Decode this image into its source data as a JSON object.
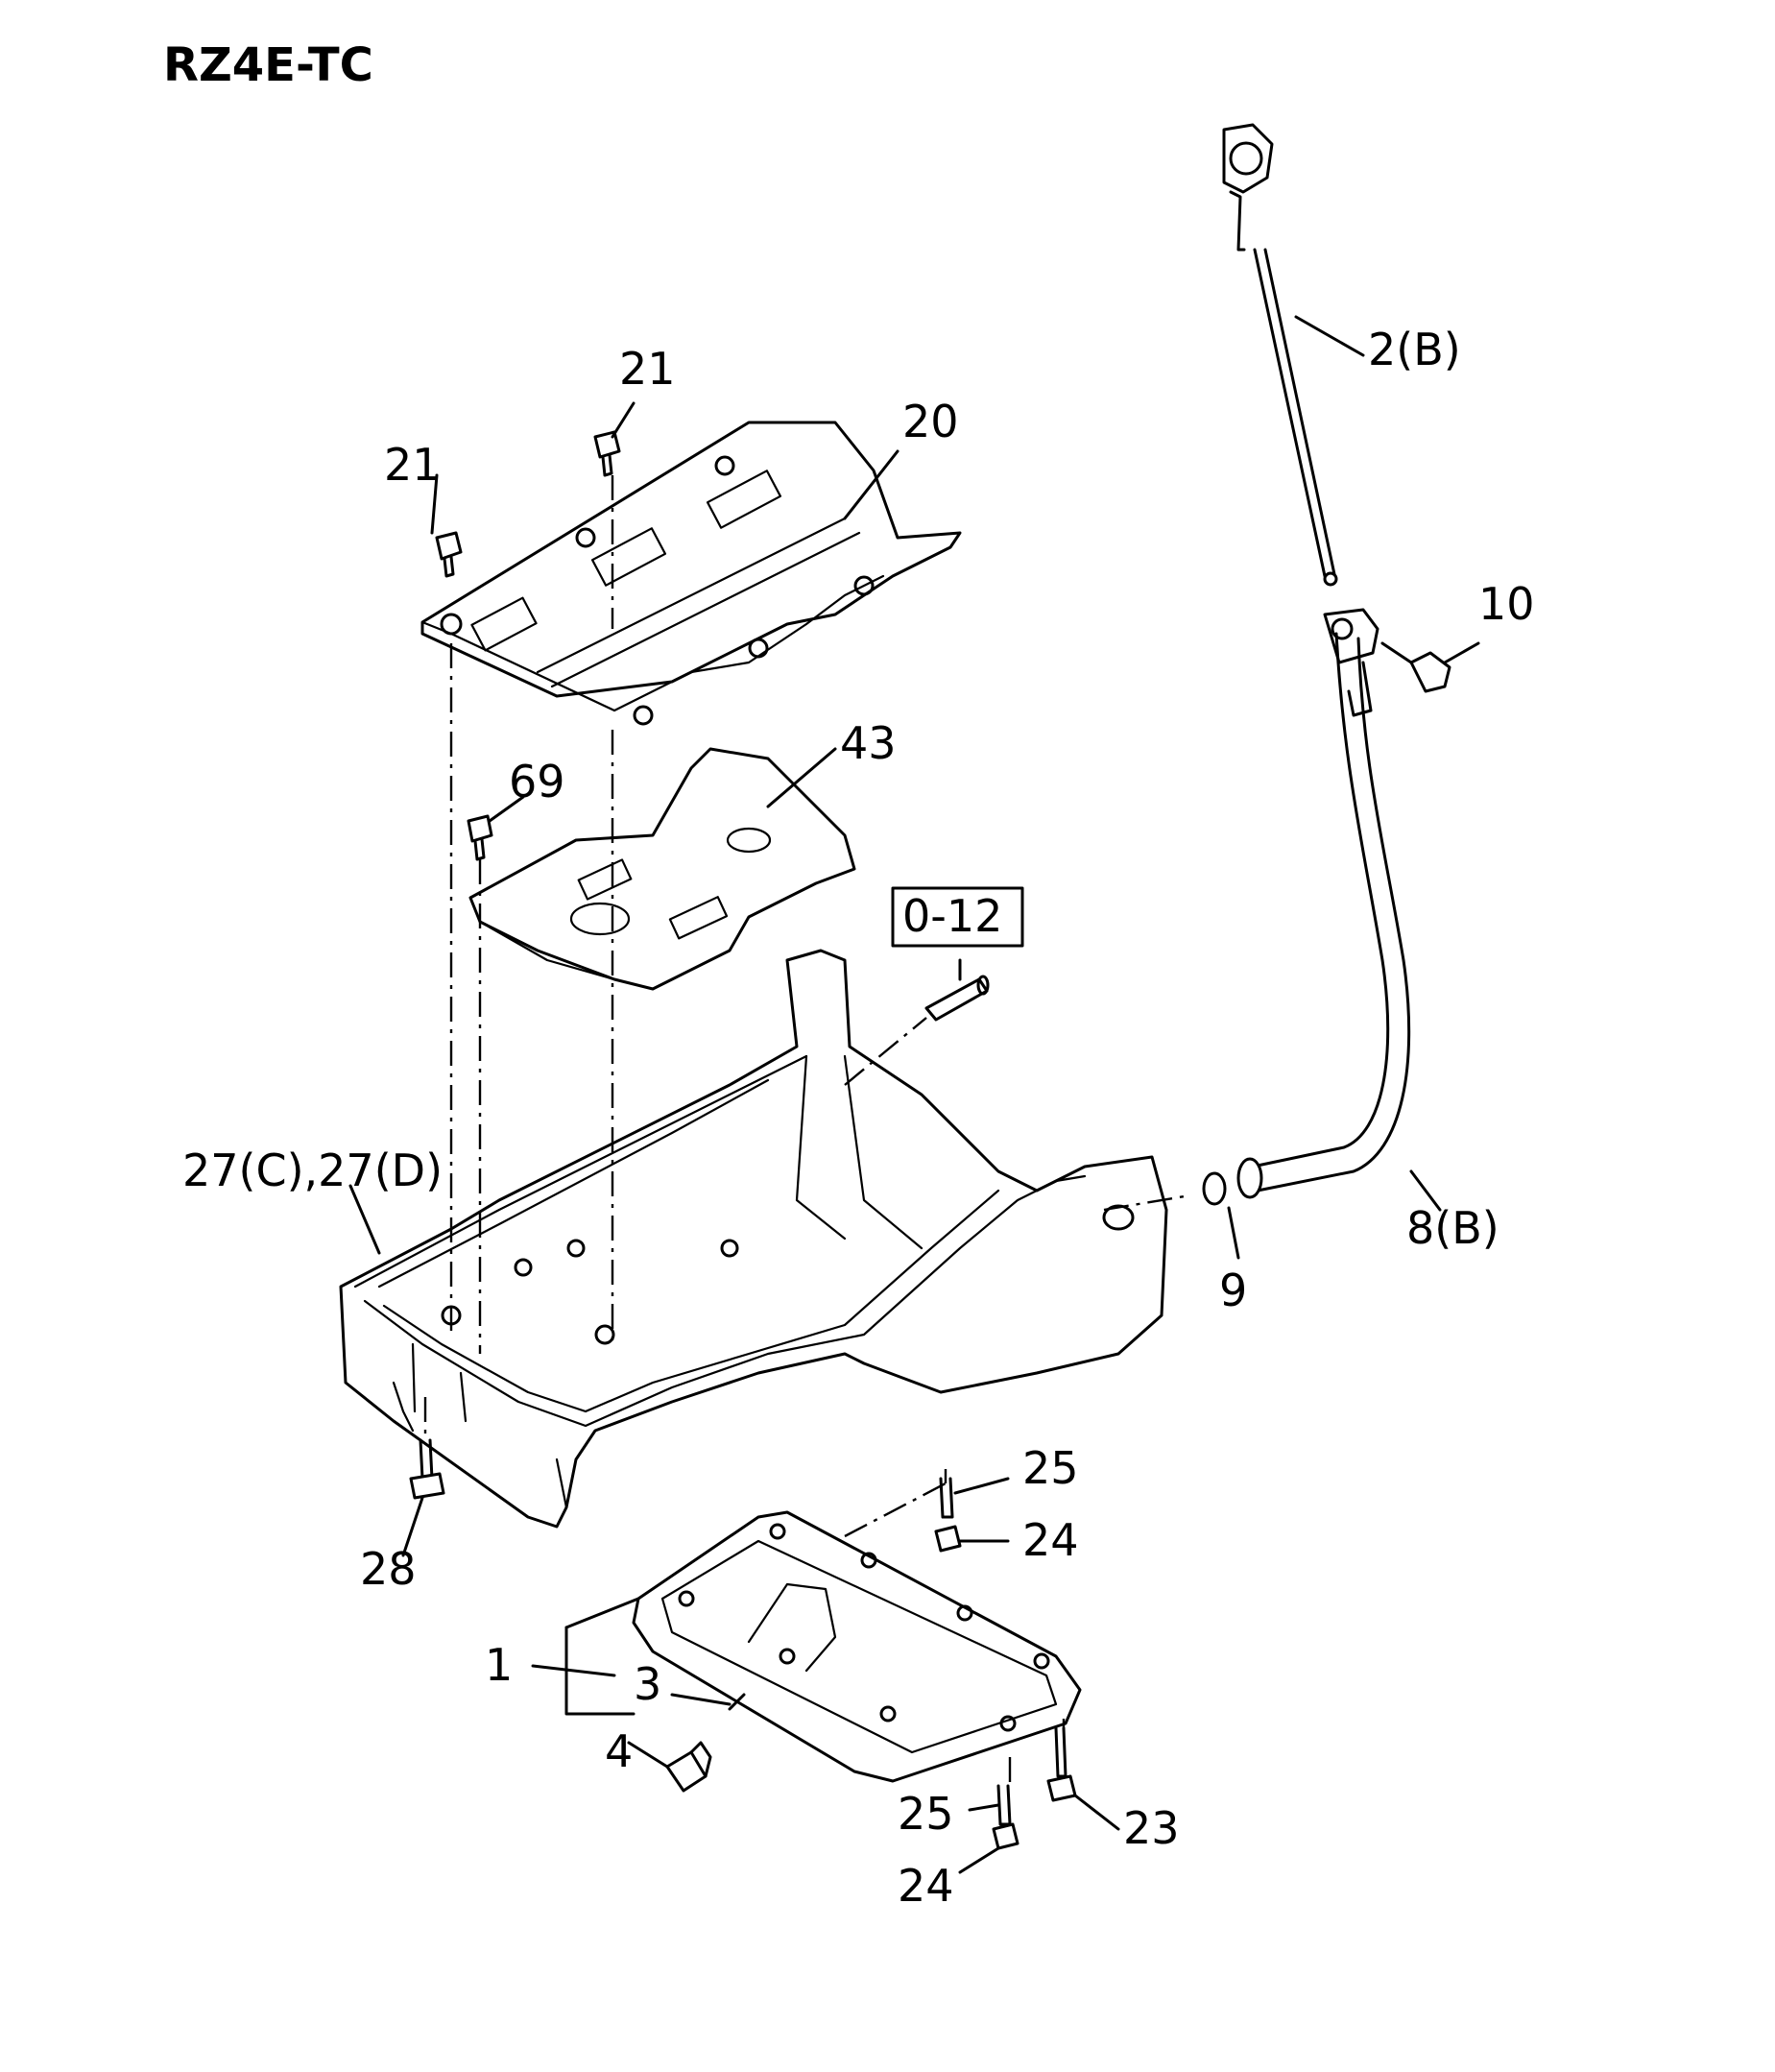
{
  "title": "RZ4E-TC",
  "callouts": {
    "c_2b": "2(B)",
    "c_10": "10",
    "c_21a": "21",
    "c_21b": "21",
    "c_20": "20",
    "c_43": "43",
    "c_69": "69",
    "c_012": "0-12",
    "c_27": "27(C),27(D)",
    "c_8b": "8(B)",
    "c_9": "9",
    "c_25a": "25",
    "c_24a": "24",
    "c_28": "28",
    "c_1": "1",
    "c_3": "3",
    "c_4": "4",
    "c_25b": "25",
    "c_23": "23",
    "c_24b": "24"
  }
}
